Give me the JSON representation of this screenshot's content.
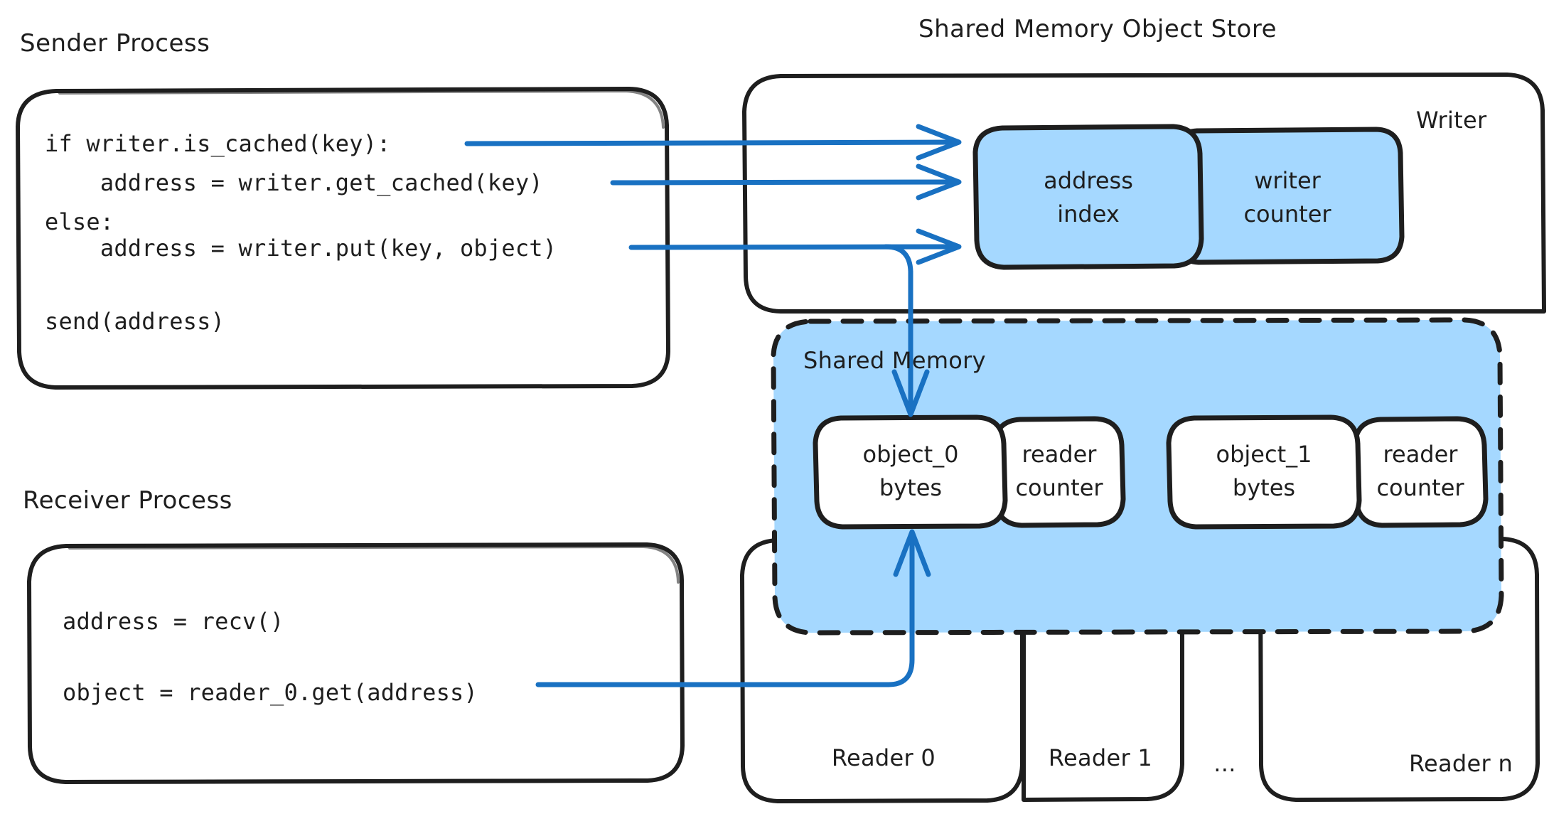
{
  "diagram": {
    "title": "Shared Memory Object Store architecture",
    "colors": {
      "ink": "#1e1e1e",
      "arrow": "#1971c2",
      "shared_memory_fill": "#a5d8ff",
      "box_fill": "#ffffff",
      "background": "#ffffff"
    }
  },
  "sender": {
    "title": "Sender Process",
    "code_lines": [
      "if writer.is_cached(key):",
      "    address = writer.get_cached(key)",
      "else:",
      "    address = writer.put(key, object)",
      "",
      "send(address)"
    ]
  },
  "receiver": {
    "title": "Receiver Process",
    "code_lines": [
      "address = recv()",
      "",
      "object = reader_0.get(address)"
    ]
  },
  "store": {
    "title": "Shared Memory Object Store",
    "writer": {
      "label": "Writer",
      "cells": [
        {
          "line1": "address",
          "line2": "index"
        },
        {
          "line1": "writer",
          "line2": "counter"
        }
      ]
    },
    "shared_memory": {
      "label": "Shared Memory",
      "slots": [
        {
          "object": {
            "line1": "object_0",
            "line2": "bytes"
          },
          "counter": {
            "line1": "reader",
            "line2": "counter"
          }
        },
        {
          "object": {
            "line1": "object_1",
            "line2": "bytes"
          },
          "counter": {
            "line1": "reader",
            "line2": "counter"
          }
        }
      ]
    },
    "readers": [
      {
        "label": "Reader 0"
      },
      {
        "label": "Reader 1"
      },
      {
        "label": "..."
      },
      {
        "label": "Reader n"
      }
    ]
  }
}
